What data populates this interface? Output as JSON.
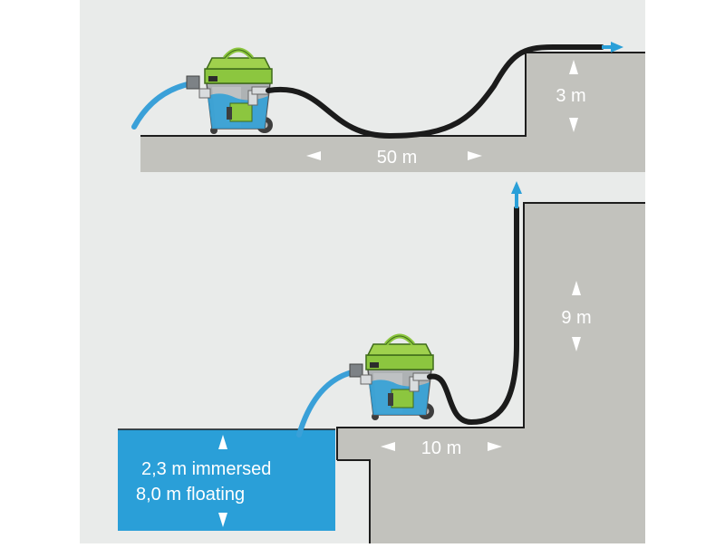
{
  "top_scene": {
    "horizontal_distance": "50 m",
    "height": "3 m"
  },
  "bottom_scene": {
    "horizontal_distance": "10 m",
    "height": "9 m",
    "immersed_depth": "2,3 m immersed",
    "floating_depth": "8,0 m floating"
  },
  "colors": {
    "background": "#e9ebea",
    "ground": "#c2c2bd",
    "water": "#2a9fd8",
    "hose": "#1b1b1b",
    "intake_hose": "#3aa0d8",
    "pump_body": "#8cc63f",
    "pump_tank": "#aeb2b4",
    "outflow_arrow": "#2a9fd8",
    "arrow_white": "#ffffff"
  }
}
